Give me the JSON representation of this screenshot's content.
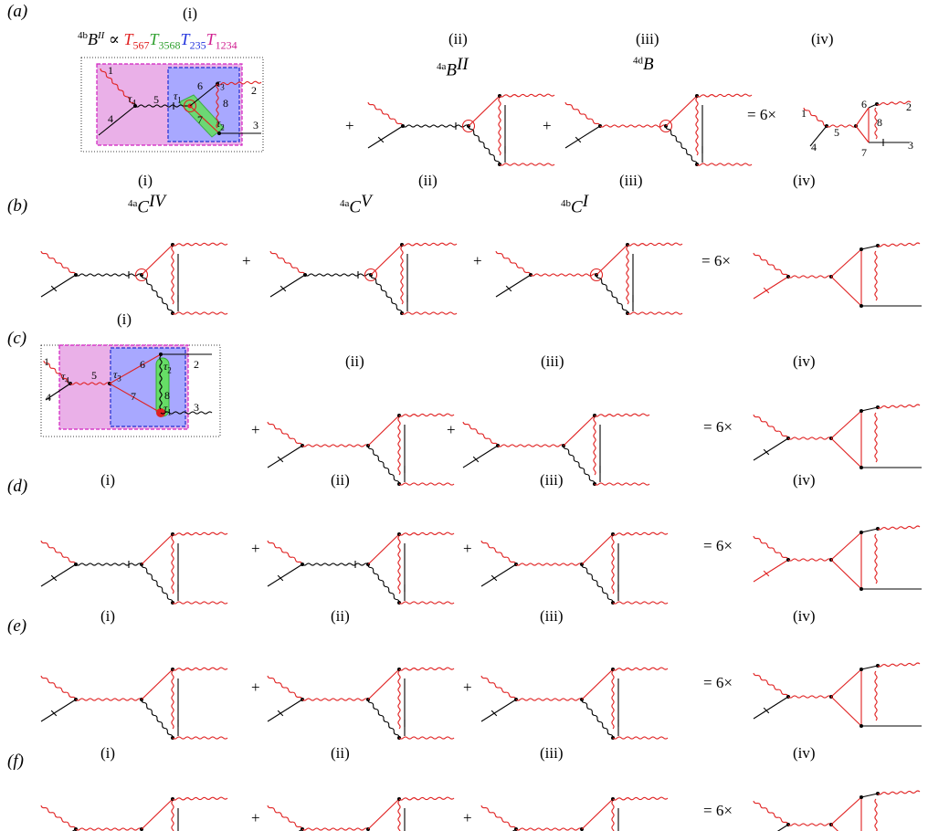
{
  "rows": [
    {
      "label": "(a)",
      "panels": [
        "(i)",
        "(ii)",
        "(iii)",
        "(iv)"
      ],
      "ops": [
        "+",
        "+"
      ],
      "mult": "= 6×",
      "names": [
        {
          "pre": "4a",
          "main": "B",
          "sup": "II"
        },
        {
          "pre": "4d",
          "main": "B",
          "sup": ""
        }
      ]
    },
    {
      "label": "(b)",
      "panels": [
        "(i)",
        "(ii)",
        "(iii)",
        "(iv)"
      ],
      "ops": [
        "+",
        "+"
      ],
      "mult": "= 6×",
      "names": [
        {
          "pre": "4a",
          "main": "C",
          "sup": "IV"
        },
        {
          "pre": "4a",
          "main": "C",
          "sup": "V"
        },
        {
          "pre": "4b",
          "main": "C",
          "sup": "I"
        }
      ]
    },
    {
      "label": "(c)",
      "panels": [
        "(i)",
        "(ii)",
        "(iii)",
        "(iv)"
      ],
      "ops": [
        "+",
        "+"
      ],
      "mult": "= 6×"
    },
    {
      "label": "(d)",
      "panels": [
        "(i)",
        "(ii)",
        "(iii)",
        "(iv)"
      ],
      "ops": [
        "+",
        "+"
      ],
      "mult": "= 6×"
    },
    {
      "label": "(e)",
      "panels": [
        "(i)",
        "(ii)",
        "(iii)",
        "(iv)"
      ],
      "ops": [
        "+",
        "+"
      ],
      "mult": "= 6×"
    },
    {
      "label": "(f)",
      "panels": [
        "(i)",
        "(ii)",
        "(iii)",
        "(iv)"
      ],
      "ops": [
        "+",
        "+"
      ],
      "mult": "= 6×"
    }
  ],
  "formula": {
    "pre": "4b",
    "main": "B",
    "sup": "II",
    "prop": "∝",
    "terms": [
      {
        "sym": "T",
        "sub": "567",
        "color": "#e02020"
      },
      {
        "sym": "T",
        "sub": "3568",
        "color": "#2ea02e"
      },
      {
        "sym": "T",
        "sub": "235",
        "color": "#2233dd"
      },
      {
        "sym": "T",
        "sub": "1234",
        "color": "#d02090"
      }
    ]
  },
  "labels_a": {
    "n1": "1",
    "n2": "2",
    "n3": "3",
    "n4": "4",
    "n5": "5",
    "n6": "6",
    "n7": "7",
    "n8": "8",
    "t1": "τ",
    "t1s": "1",
    "t2": "τ",
    "t2s": "2",
    "t3": "τ",
    "t3s": "3",
    "t4": "τ",
    "t4s": "4"
  },
  "labels_a4": {
    "n1": "1",
    "n2": "2",
    "n3": "3",
    "n4": "4",
    "n5": "5",
    "n6": "6",
    "n7": "7",
    "n8": "8"
  },
  "labels_c": {
    "n1": "1",
    "n2": "2",
    "n3": "3",
    "n4": "4",
    "n5": "5",
    "n6": "6",
    "n7": "7",
    "n8": "8",
    "t1": "τ",
    "t1s": "1",
    "t2": "τ",
    "t2s": "2",
    "t3": "τ",
    "t3s": "3",
    "t4": "τ",
    "t4s": "4"
  },
  "colors": {
    "red": "#e02020",
    "black": "#000000",
    "pink_box": "#e8a0e0",
    "blue_box": "#8080ff",
    "green_blob": "#66dd66",
    "dash_mag": "#d020c0",
    "dash_blue": "#2030d0"
  }
}
